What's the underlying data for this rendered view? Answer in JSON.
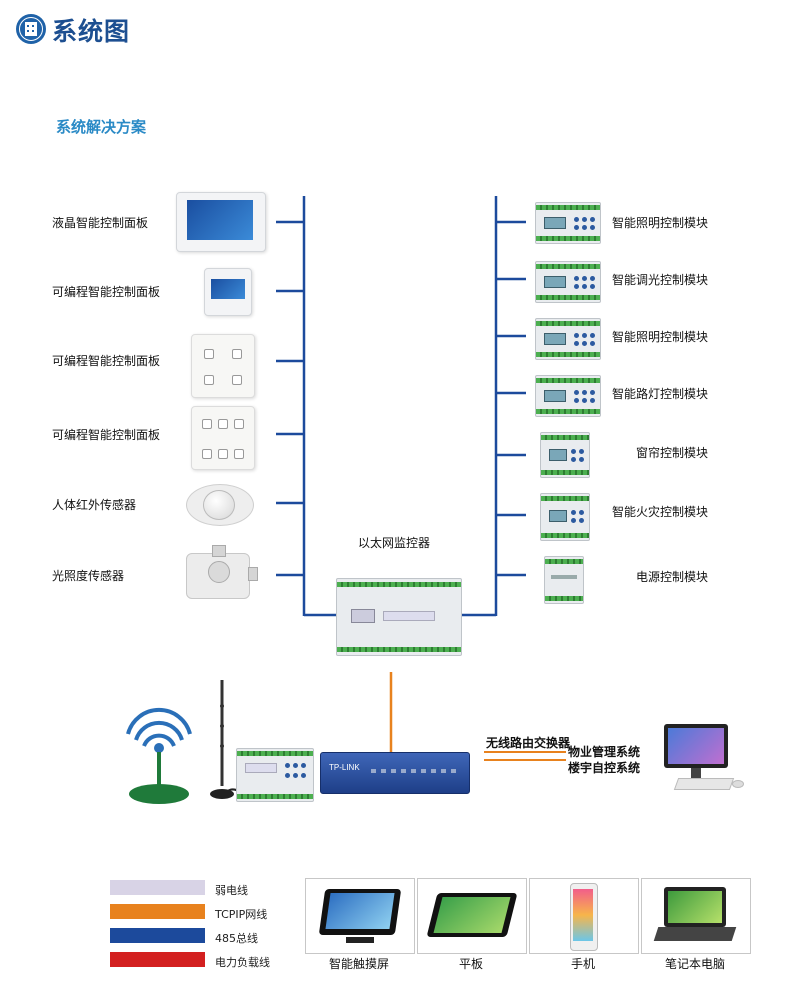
{
  "header": {
    "title": "系统图"
  },
  "section": {
    "title": "系统解决方案"
  },
  "left_devices": [
    {
      "label": "液晶智能控制面板"
    },
    {
      "label": "可编程智能控制面板"
    },
    {
      "label": "可编程智能控制面板"
    },
    {
      "label": "可编程智能控制面板"
    },
    {
      "label": "人体红外传感器"
    },
    {
      "label": "光照度传感器"
    }
  ],
  "right_modules": [
    {
      "label": "智能照明控制模块"
    },
    {
      "label": "智能调光控制模块"
    },
    {
      "label": "智能照明控制模块"
    },
    {
      "label": "智能路灯控制模块"
    },
    {
      "label": "窗帘控制模块"
    },
    {
      "label": "智能火灾控制模块"
    },
    {
      "label": "电源控制模块"
    }
  ],
  "controller": {
    "label": "以太网监控器"
  },
  "router": {
    "label": "无线路由交换器",
    "brand": "TP-LINK"
  },
  "systems": [
    "物业管理系统",
    "楼宇自控系统"
  ],
  "legend": [
    {
      "label": "弱电线",
      "color": "#d8d3e6"
    },
    {
      "label": "TCPIP网线",
      "color": "#e8821e"
    },
    {
      "label": "485总线",
      "color": "#1c4a9c"
    },
    {
      "label": "电力负载线",
      "color": "#d32020"
    }
  ],
  "terminals": [
    {
      "label": "智能触摸屏"
    },
    {
      "label": "平板"
    },
    {
      "label": "手机"
    },
    {
      "label": "笔记本电脑"
    }
  ],
  "colors": {
    "bus": "#1c4a9c",
    "tcpip": "#e8821e",
    "title": "#1d4f91",
    "accent": "#2a8ac6"
  }
}
